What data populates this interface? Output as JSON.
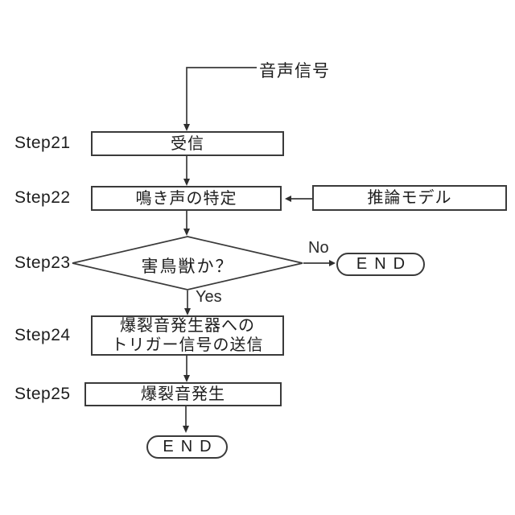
{
  "colors": {
    "line": "#3a3a3a",
    "arrow_fill": "#2e2e2e",
    "text": "#1d1d1d",
    "background": "#ffffff"
  },
  "flowchart": {
    "input_label": "音声信号",
    "step21": {
      "id": "Step21",
      "label": "受信"
    },
    "step22": {
      "id": "Step22",
      "label": "鳴き声の特定"
    },
    "model_box": {
      "label": "推論モデル"
    },
    "step23": {
      "id": "Step23",
      "label": "害鳥獣か？",
      "no_label": "No",
      "yes_label": "Yes"
    },
    "end_right": {
      "label": "END"
    },
    "step24": {
      "id": "Step24",
      "label_line1": "爆裂音発生器への",
      "label_line2": "トリガー信号の送信"
    },
    "step25": {
      "id": "Step25",
      "label": "爆裂音発生"
    },
    "end_bottom": {
      "label": "END"
    }
  }
}
